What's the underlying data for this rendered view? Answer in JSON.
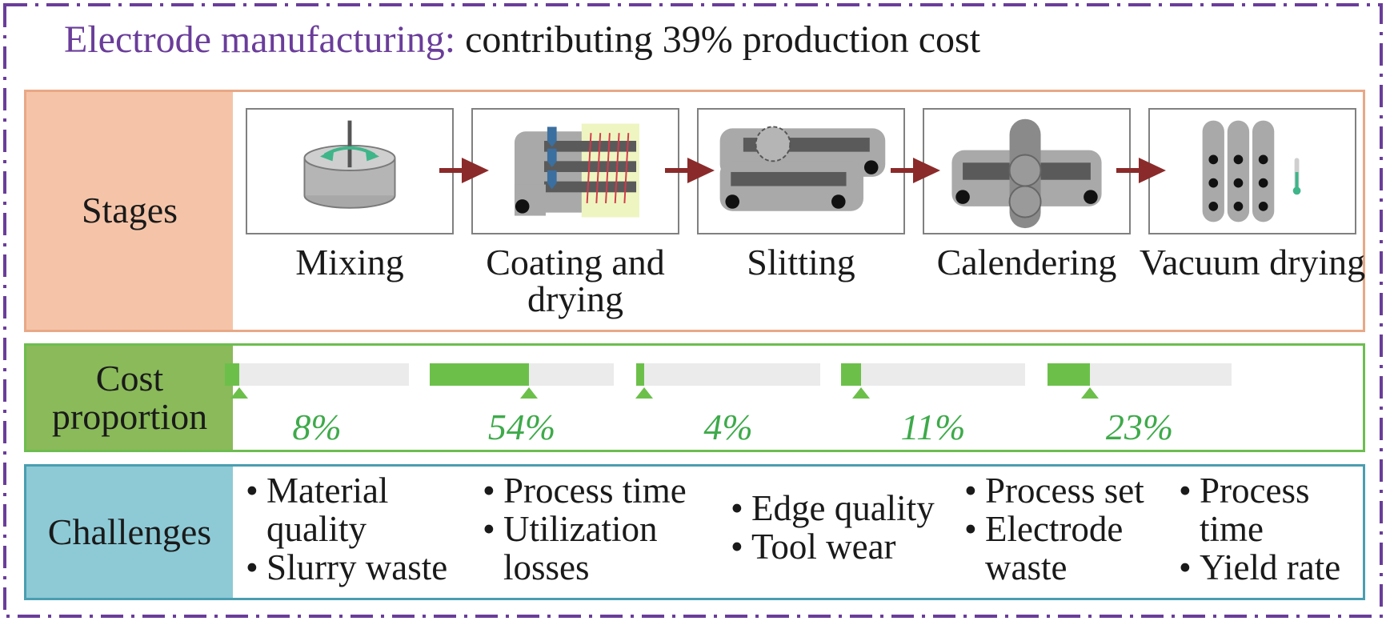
{
  "title": {
    "accent": "Electrode manufacturing:",
    "rest": "contributing 39% production cost"
  },
  "rows": {
    "stages_label": "Stages",
    "cost_label": "Cost\nproportion",
    "challenges_label": "Challenges"
  },
  "colors": {
    "title_accent": "#6a3d9a",
    "stages_header": "#f5c4a8",
    "cost_header": "#8aba5a",
    "challenges_header": "#8dcad6",
    "bar_fill": "#6cc04a",
    "arrow": "#8b2a2a",
    "percent_text": "#3eaa4a"
  },
  "stages": [
    {
      "label": "Mixing",
      "icon": "mixing-tank-icon",
      "cost_percent": 8,
      "cost_label": "8%",
      "challenges": [
        "Material quality",
        "Slurry waste"
      ]
    },
    {
      "label": "Coating and drying",
      "icon": "coating-machine-icon",
      "cost_percent": 54,
      "cost_label": "54%",
      "challenges": [
        "Process time",
        "Utilization losses"
      ]
    },
    {
      "label": "Slitting",
      "icon": "slitting-machine-icon",
      "cost_percent": 4,
      "cost_label": "4%",
      "challenges": [
        "Edge quality",
        "Tool wear"
      ]
    },
    {
      "label": "Calendering",
      "icon": "calender-rollers-icon",
      "cost_percent": 11,
      "cost_label": "11%",
      "challenges": [
        "Process set",
        "Electrode waste"
      ]
    },
    {
      "label": "Vacuum drying",
      "icon": "vacuum-oven-icon",
      "cost_percent": 23,
      "cost_label": "23%",
      "challenges": [
        "Process time",
        "Yield rate"
      ]
    }
  ]
}
